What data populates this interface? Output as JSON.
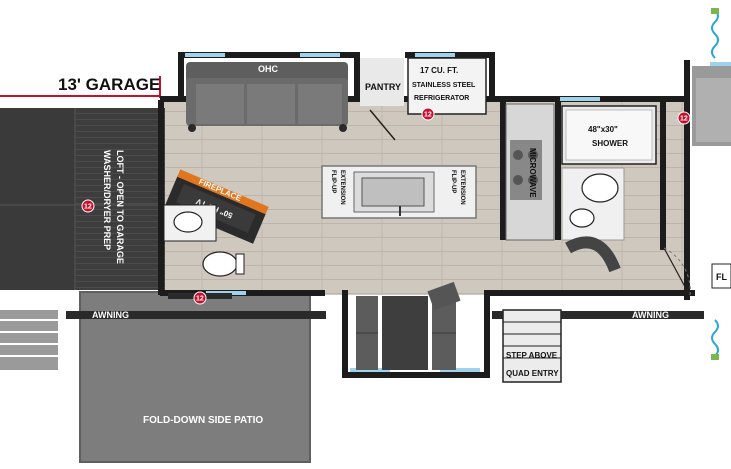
{
  "labels": {
    "garage_size": "13' GARAGE",
    "loft": "LOFT - OPEN TO GARAGE",
    "washer_dryer": "WASHER/DRYER PREP",
    "fireplace": "FIREPLACE",
    "tv": "50\" HD TV",
    "ohc": "OHC",
    "pantry": "PANTRY",
    "fridge_1": "17 CU. FT.",
    "fridge_2": "STAINLESS STEEL",
    "fridge_3": "REFRIGERATOR",
    "flipup_left_1": "FLIP-UP",
    "flipup_left_2": "EXTENSION",
    "flipup_right_1": "FLIP-UP",
    "flipup_right_2": "EXTENSION",
    "microwave": "MICROWAVE",
    "shower_size": "48\"x30\"",
    "shower": "SHOWER",
    "awning_left": "AWNING",
    "awning_right": "AWNING",
    "step_above": "STEP ABOVE",
    "quad_entry": "QUAD ENTRY",
    "patio": "FOLD-DOWN SIDE PATIO",
    "partial_right": "FL",
    "ceiling_marker": "12"
  },
  "colors": {
    "wall": "#1c1c1c",
    "floor": "#c9c2b8",
    "garage_floor": "#3a3a3a",
    "sofa": "#6b6b6b",
    "patio": "#7d7d7d",
    "fireplace": "#e0761f",
    "window": "#9fd3ec",
    "accent_red": "#c8102e"
  },
  "icons": [
    "ceiling-marker-icon",
    "sink-icon",
    "toilet-icon",
    "stovetop-icon",
    "water-hose-icon"
  ]
}
